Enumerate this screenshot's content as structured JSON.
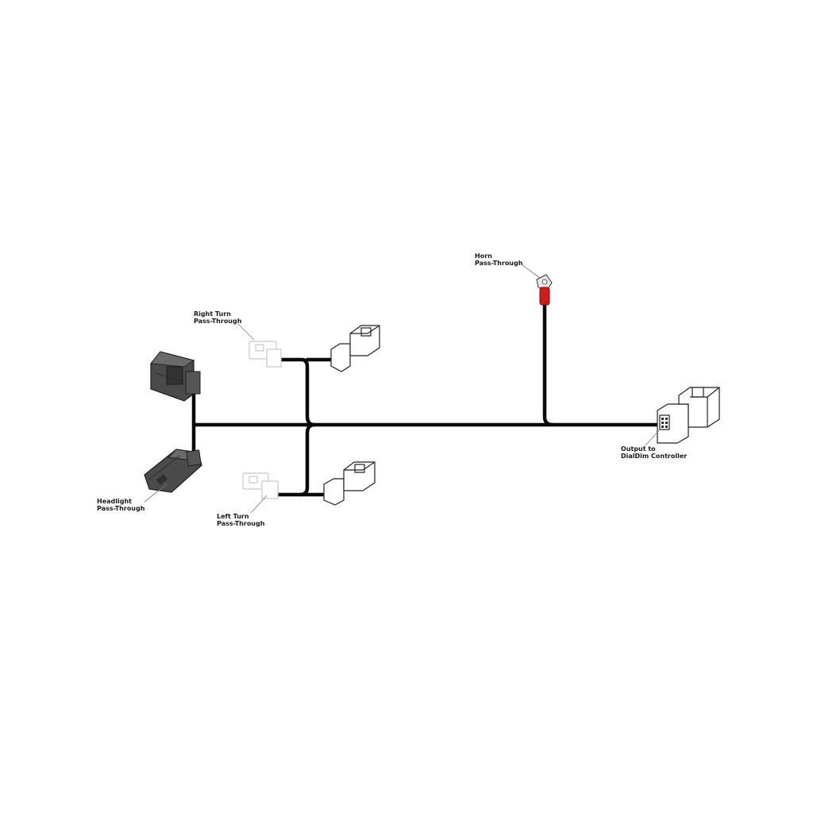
{
  "labels": {
    "horn": [
      "Horn",
      "Pass-Through"
    ],
    "right_turn": [
      "Right Turn",
      "Pass-Through"
    ],
    "left_turn": [
      "Left Turn",
      "Pass-Through"
    ],
    "headlight": [
      "Headlight",
      "Pass-Through"
    ],
    "output": [
      "Output to",
      "DialDim Controller"
    ]
  },
  "colors": {
    "wire": "#0a0a0a",
    "horn_terminal_sleeve": "#d11a1a",
    "headlight_connector": "#4a4a4a",
    "light_connector_outline": "#c8c8c8",
    "connector_outline": "#222222",
    "leader_line": "#777777"
  },
  "icons": [
    "headlight-male-connector-icon",
    "headlight-female-connector-icon",
    "right-turn-faded-connector-icon",
    "right-turn-connector-icon",
    "left-turn-faded-connector-icon",
    "left-turn-connector-icon",
    "horn-ring-terminal-icon",
    "dialdim-output-connector-icon"
  ]
}
